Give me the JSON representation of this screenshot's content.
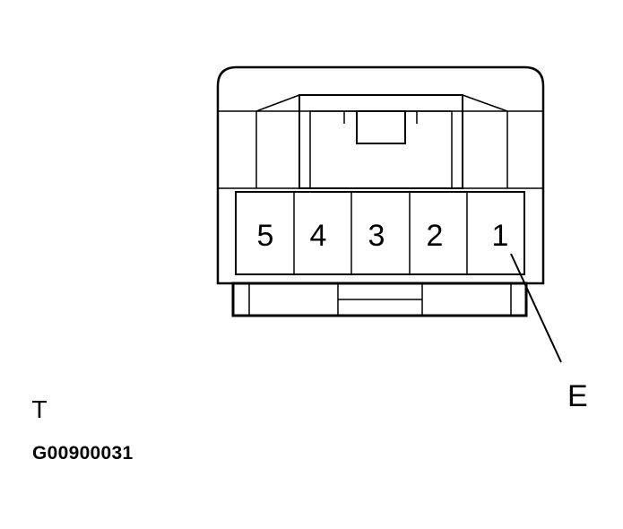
{
  "connector": {
    "pins": [
      "5",
      "4",
      "3",
      "2",
      "1"
    ],
    "callout": "E"
  },
  "footer": {
    "symbol": "T",
    "figure_code": "G00900031"
  }
}
